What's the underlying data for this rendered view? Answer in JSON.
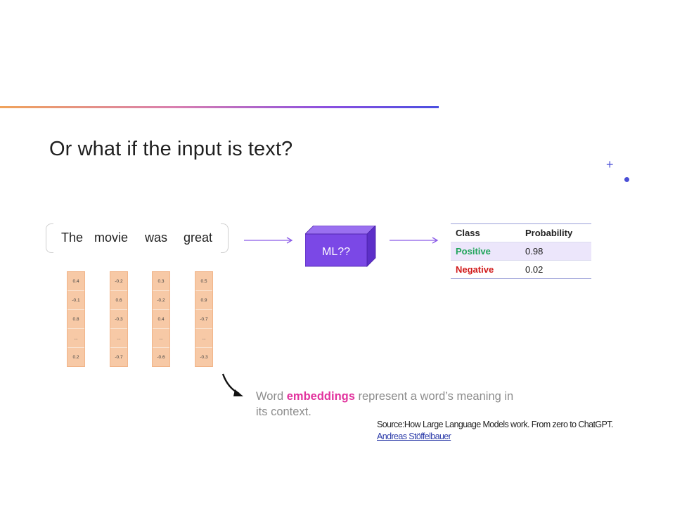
{
  "title": "Or what if the input is text?",
  "decor": {
    "plus": "+"
  },
  "sentence": [
    "The",
    "movie",
    "was",
    "great"
  ],
  "embeddings": [
    [
      "0.4",
      "-0.1",
      "0.8",
      "...",
      "0.2"
    ],
    [
      "-0.2",
      "0.6",
      "-0.3",
      "...",
      "-0.7"
    ],
    [
      "0.3",
      "-0.2",
      "0.4",
      "...",
      "-0.6"
    ],
    [
      "0.5",
      "0.9",
      "-0.7",
      "...",
      "-0.3"
    ]
  ],
  "model": {
    "label": "ML??",
    "front_color": "#7b48e6",
    "top_color": "#9a70f0",
    "side_color": "#5d2fc8"
  },
  "results": {
    "headers": [
      "Class",
      "Probability"
    ],
    "rows": [
      {
        "class": "Positive",
        "prob": "0.98"
      },
      {
        "class": "Negative",
        "prob": "0.02"
      }
    ]
  },
  "caption": {
    "prefix": "Word ",
    "highlight": "embeddings",
    "suffix": " represent a word’s meaning in its context."
  },
  "source": {
    "text": "Source:How Large Language Models work. From zero to ChatGPT.",
    "author": "Andreas Stöffelbauer"
  },
  "colors": {
    "accent_pink": "#e2349e",
    "positive": "#1fa45a",
    "negative": "#d11b1b",
    "arrow": "#8a5ae8"
  }
}
